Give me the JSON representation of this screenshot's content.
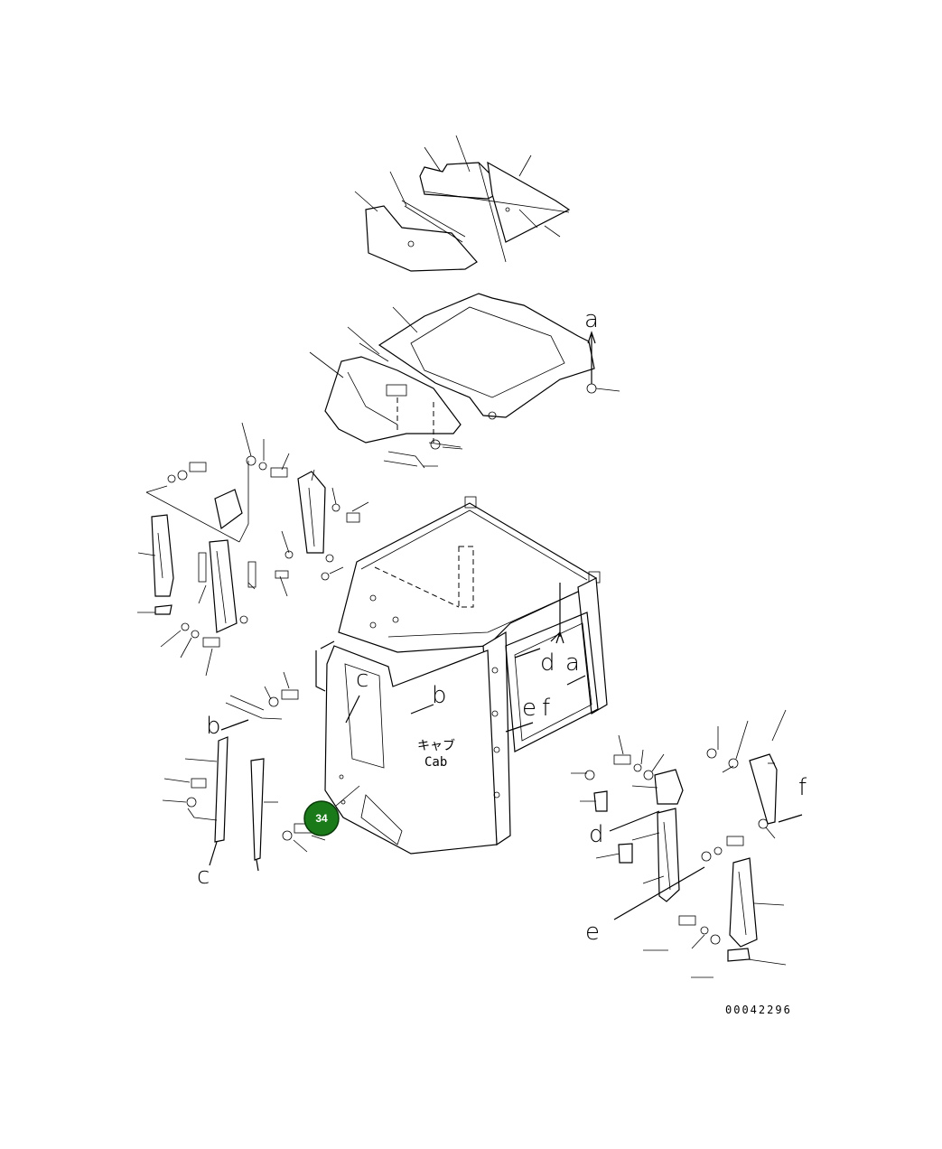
{
  "labels": {
    "a_top": "a",
    "a_cab": "a",
    "b_cab": "b",
    "b_left": "b",
    "c_cab": "c",
    "c_bottom": "c",
    "d_cab": "d",
    "d_right": "d",
    "e_cab": "e",
    "e_bottom": "e",
    "f_cab": "f",
    "f_right": "f"
  },
  "cab_label": {
    "japanese": "キャブ",
    "english": "Cab"
  },
  "callout": {
    "number": "34",
    "color": "#1a7a1a"
  },
  "drawing_code": "00042296"
}
